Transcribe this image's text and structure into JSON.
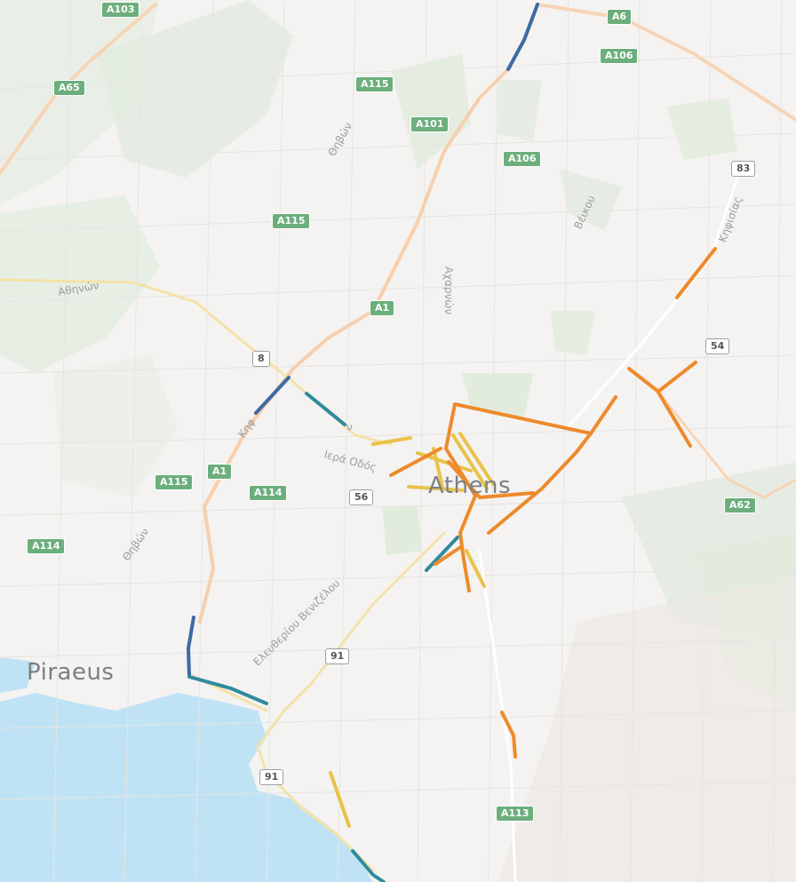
{
  "map": {
    "city_labels": {
      "piraeus": "Piraeus",
      "athens": "Athens"
    },
    "street_labels": {
      "thivon_north": "Θηβών",
      "thivon_south": "Θηβών",
      "athinon": "Αθηνών",
      "kifisou": "Κηφ",
      "iera_odos": "Ιερά Οδός",
      "acharnon": "Αχαρνών",
      "veikou": "Βέικου",
      "kifisias": "Κηφισίας",
      "eleftheriou_venizelou": "Ελευθερίου Βενιζέλου",
      "v_label": "ν"
    },
    "route_shields": {
      "a103": "A103",
      "a65": "A65",
      "a6": "A6",
      "a106_top": "A106",
      "a115_top": "A115",
      "a101": "A101",
      "a106_mid": "A106",
      "a115_mid": "A115",
      "a1_mid": "A1",
      "r8": "8",
      "r83": "83",
      "r54": "54",
      "a115_left": "A115",
      "a1_left": "A1",
      "a114_mid": "A114",
      "r56": "56",
      "a62": "A62",
      "a114_left": "A114",
      "r91_mid": "91",
      "r91_low": "91",
      "a113": "A113"
    },
    "colors": {
      "traffic_heavy": "#ee8a2b",
      "traffic_moderate": "#e9c24a",
      "traffic_flowing": "#2e8b9e",
      "traffic_dark": "#3d6aa3",
      "water": "#bfe3f5",
      "park": "#cfe3c9"
    }
  }
}
